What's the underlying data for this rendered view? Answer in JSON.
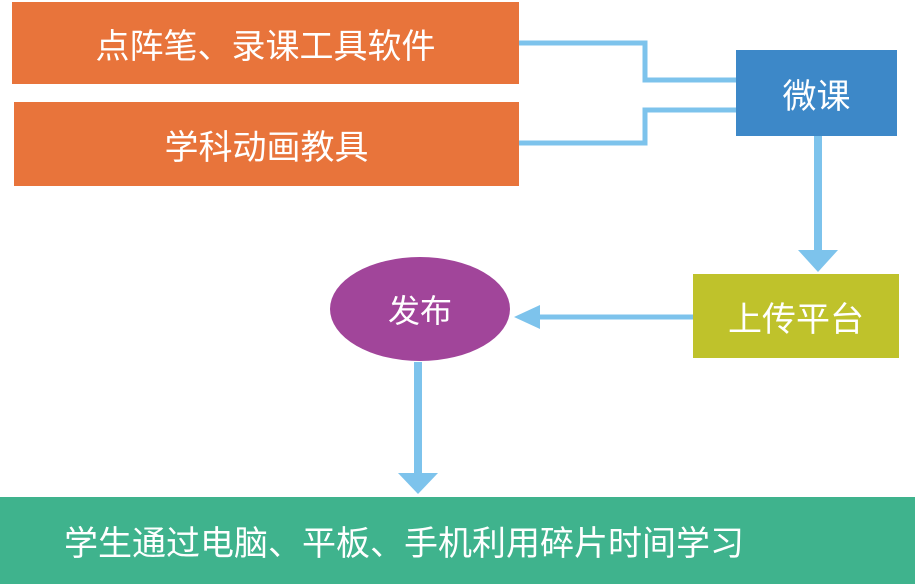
{
  "nodes": {
    "tool_pen_software": "点阵笔、录课工具软件",
    "tool_animation": "学科动画教具",
    "micro_lesson": "微课",
    "upload_platform": "上传平台",
    "publish": "发布",
    "student_learning": "学生通过电脑、平板、手机利用碎片时间学习"
  },
  "colors": {
    "tool_box": "#e8743b",
    "micro_lesson": "#3d88c8",
    "upload_platform": "#bfc22b",
    "publish": "#a1459a",
    "student_learning": "#3fb38d",
    "connector": "#7dc3ec"
  }
}
